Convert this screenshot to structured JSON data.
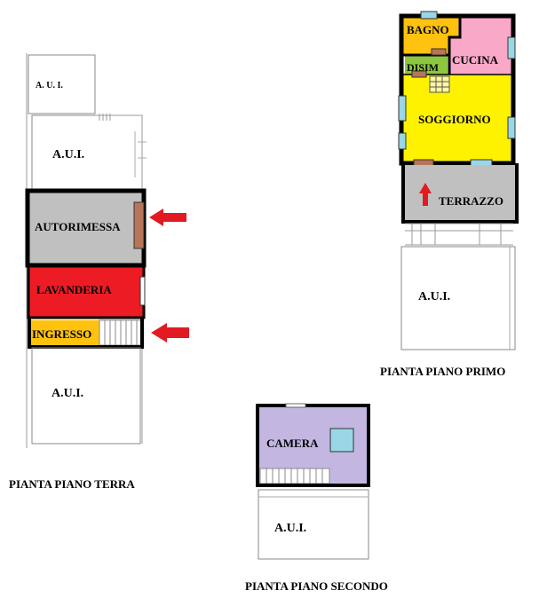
{
  "ground_floor": {
    "caption": "PIANTA PIANO TERRA",
    "rooms": {
      "aui_top": "A. U. I.",
      "aui_upper": "A.U.I.",
      "autorimessa": "AUTORIMESSA",
      "lavanderia": "LAVANDERIA",
      "ingresso": "INGRESSO",
      "aui_lower": "A.U.I."
    }
  },
  "first_floor": {
    "caption": "PIANTA PIANO PRIMO",
    "rooms": {
      "bagno": "BAGNO",
      "disim": "DISIM",
      "cucina": "CUCINA",
      "soggiorno": "SOGGIORNO",
      "terrazzo": "TERRAZZO",
      "aui": "A.U.I."
    }
  },
  "second_floor": {
    "caption": "PIANTA PIANO SECONDO",
    "rooms": {
      "camera": "CAMERA",
      "aui": "A.U.I."
    }
  },
  "colors": {
    "autorimessa": "#c0c0c0",
    "lavanderia": "#ed1c24",
    "ingresso": "#ffc20e",
    "bagno": "#ffc20e",
    "disim": "#8dc63f",
    "cucina": "#f9a8c8",
    "soggiorno": "#fff200",
    "terrazzo": "#c0c0c0",
    "camera": "#c3b7e2",
    "window": "#9ad7e6",
    "door": "#b9755a",
    "arrow": "#e21b22"
  }
}
